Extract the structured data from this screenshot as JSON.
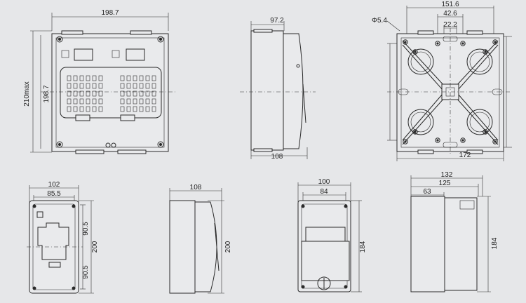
{
  "views": {
    "front": {
      "w": "198.7",
      "h": "198.7",
      "h_max": "210max"
    },
    "side": {
      "top": "97.2",
      "bottom": "108"
    },
    "back": {
      "w_outer": "151.6",
      "w_mid": "42.6",
      "w_inner": "22.2",
      "hole": "Φ5.4",
      "w_bottom": "172"
    },
    "small_front": {
      "w_outer": "102",
      "w_inner": "85.5",
      "h_total": "200",
      "h_upper": "90.5",
      "h_lower": "90.5"
    },
    "small_side": {
      "w": "108",
      "h": "200"
    },
    "mid_front": {
      "w_outer": "100",
      "w_inner": "84",
      "h": "184"
    },
    "mid_side": {
      "w_outer": "132",
      "w_mid": "125",
      "w_inner": "63",
      "h": "184"
    }
  },
  "colors": {
    "background": "#e6e7e9",
    "line": "#2a2a2a"
  }
}
